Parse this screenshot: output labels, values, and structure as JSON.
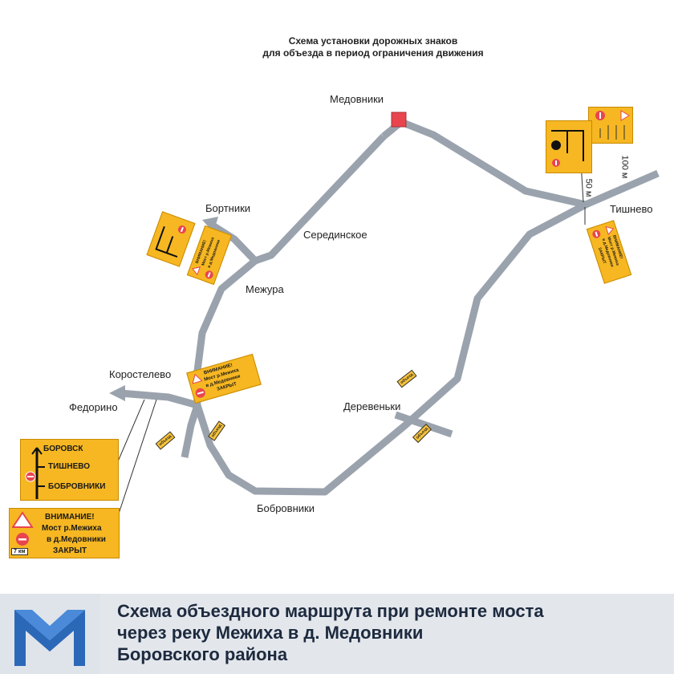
{
  "header": {
    "title_line1": "Схема установки дорожных знаков",
    "title_line2": "для объезда в период ограничения движения"
  },
  "places": {
    "medovniki": "Медовники",
    "bortniki": "Бортники",
    "seredinskoe": "Серединское",
    "mezhura": "Межура",
    "korostelevo": "Коростелево",
    "fedorino": "Федорино",
    "derevenki": "Деревеньки",
    "bobrovniki": "Бобровники",
    "tishnevo": "Тишнево"
  },
  "distances": {
    "d50": "50 м",
    "d100": "100 м"
  },
  "route_sign": {
    "dest1": "БОРОВСК",
    "dest2": "ТИШНЕВО",
    "dest3": "БОБРОВНИКИ"
  },
  "warning_sign": {
    "line1": "ВНИМАНИЕ!",
    "line2": "Мост р.Межиха",
    "line3": "в д.Медовники",
    "line4": "ЗАКРЫТ",
    "plate": "7 км"
  },
  "small_plates": {
    "detour": "объезд"
  },
  "banner": {
    "line1": "Схема объездного маршрута при ремонте моста",
    "line2": "через реку Межиха в д. Медовники",
    "line3": "Боровского района"
  },
  "colors": {
    "road": "#9aa3ad",
    "closure": "#e8454f",
    "sign": "#f6b722",
    "banner_bg": "#e3e7ec",
    "logo": "#2c68b8"
  }
}
